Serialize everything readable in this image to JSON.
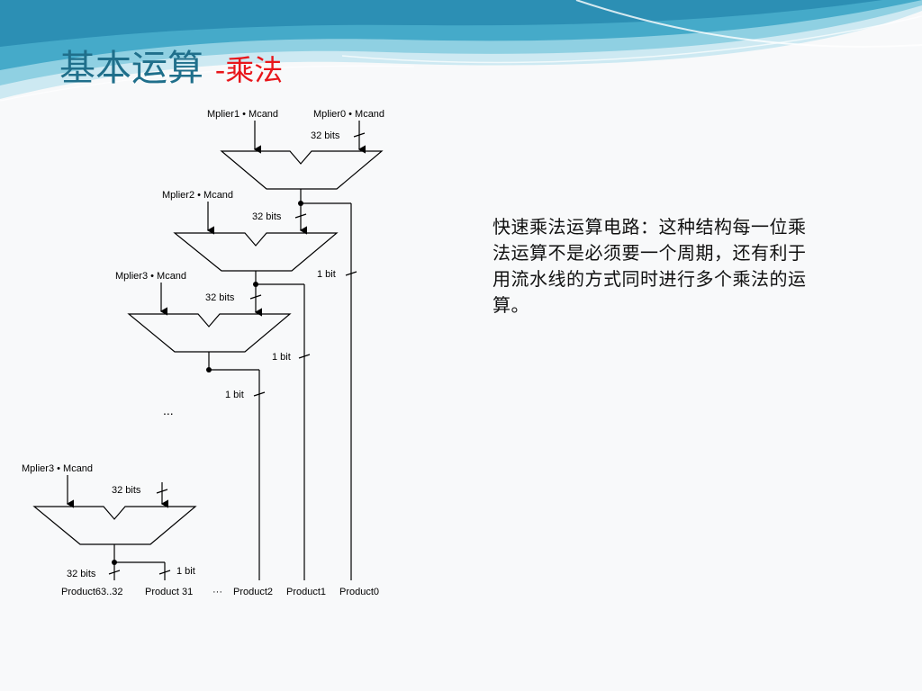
{
  "slide": {
    "title_main": "基本运算",
    "title_sub": "-乘法",
    "description": "快速乘法运算电路：这种结构每一位乘法运算不是必须要一个周期，还有利于用流水线的方式同时进行多个乘法的运算。"
  },
  "diagram": {
    "stage1_left_input": "Mplier1 • Mcand",
    "stage1_right_input": "Mplier0 • Mcand",
    "stage2_input": "Mplier2 • Mcand",
    "stage3_input": "Mplier3 • Mcand",
    "stage_last_input": "Mplier3 • Mcand",
    "width_32": "32 bits",
    "width_1": "1 bit",
    "ellipsis": "...",
    "outputs": [
      "Product63..32",
      "Product 31",
      "···",
      "Product2",
      "Product1",
      "Product0"
    ]
  },
  "colors": {
    "title": "#1f6f8b",
    "title_accent": "#e8161b"
  }
}
